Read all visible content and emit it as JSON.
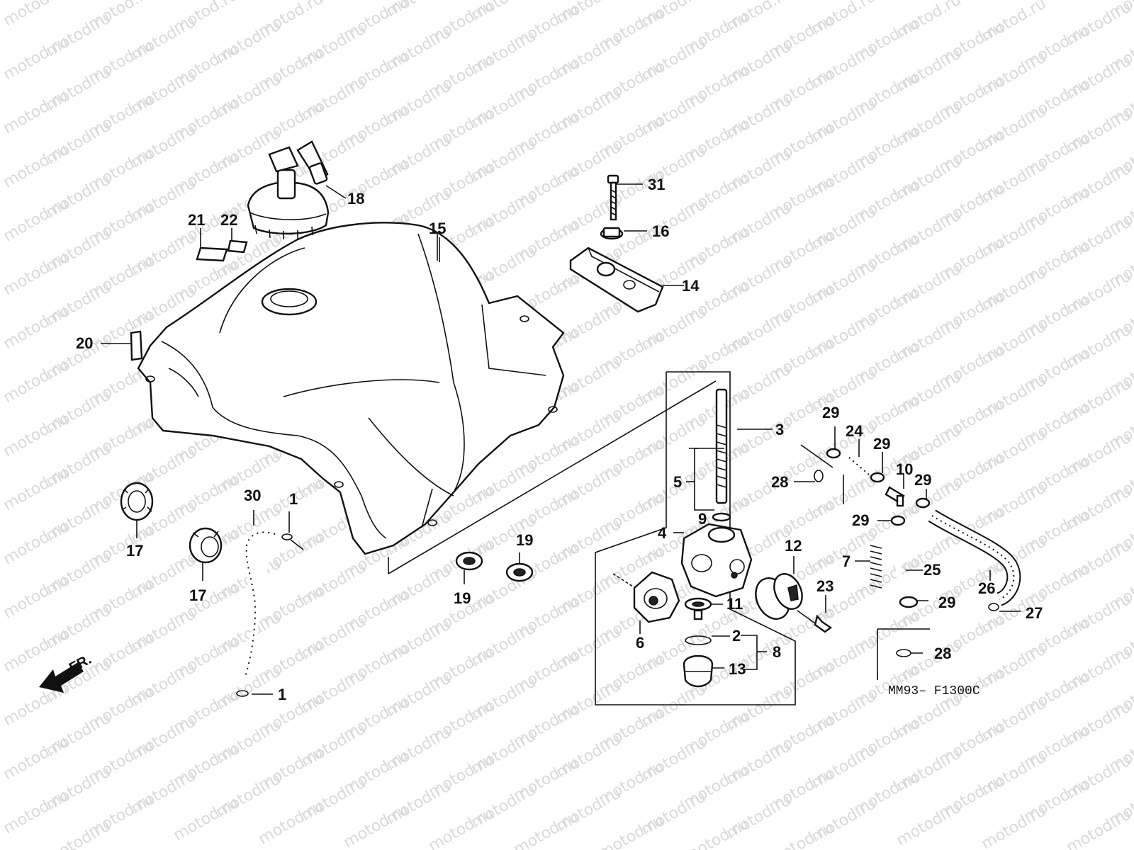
{
  "watermark": "motod.ru",
  "drawing_code": "MM93– F1300C",
  "direction_label": "FR.",
  "callouts": [
    {
      "id": "c1a",
      "text": "1"
    },
    {
      "id": "c1b",
      "text": "1"
    },
    {
      "id": "c2",
      "text": "2"
    },
    {
      "id": "c3",
      "text": "3"
    },
    {
      "id": "c4",
      "text": "4"
    },
    {
      "id": "c5",
      "text": "5"
    },
    {
      "id": "c6",
      "text": "6"
    },
    {
      "id": "c7",
      "text": "7"
    },
    {
      "id": "c8",
      "text": "8"
    },
    {
      "id": "c9",
      "text": "9"
    },
    {
      "id": "c10",
      "text": "10"
    },
    {
      "id": "c11",
      "text": "11"
    },
    {
      "id": "c12",
      "text": "12"
    },
    {
      "id": "c13",
      "text": "13"
    },
    {
      "id": "c14",
      "text": "14"
    },
    {
      "id": "c15",
      "text": "15"
    },
    {
      "id": "c16",
      "text": "16"
    },
    {
      "id": "c17a",
      "text": "17"
    },
    {
      "id": "c17b",
      "text": "17"
    },
    {
      "id": "c18",
      "text": "18"
    },
    {
      "id": "c19a",
      "text": "19"
    },
    {
      "id": "c19b",
      "text": "19"
    },
    {
      "id": "c20",
      "text": "20"
    },
    {
      "id": "c21",
      "text": "21"
    },
    {
      "id": "c22",
      "text": "22"
    },
    {
      "id": "c23",
      "text": "23"
    },
    {
      "id": "c24",
      "text": "24"
    },
    {
      "id": "c25",
      "text": "25"
    },
    {
      "id": "c26",
      "text": "26"
    },
    {
      "id": "c27",
      "text": "27"
    },
    {
      "id": "c28a",
      "text": "28"
    },
    {
      "id": "c28b",
      "text": "28"
    },
    {
      "id": "c29a",
      "text": "29"
    },
    {
      "id": "c29b",
      "text": "29"
    },
    {
      "id": "c29c",
      "text": "29"
    },
    {
      "id": "c29d",
      "text": "29"
    },
    {
      "id": "c29e",
      "text": "29"
    },
    {
      "id": "c30",
      "text": "30"
    },
    {
      "id": "c31",
      "text": "31"
    }
  ]
}
